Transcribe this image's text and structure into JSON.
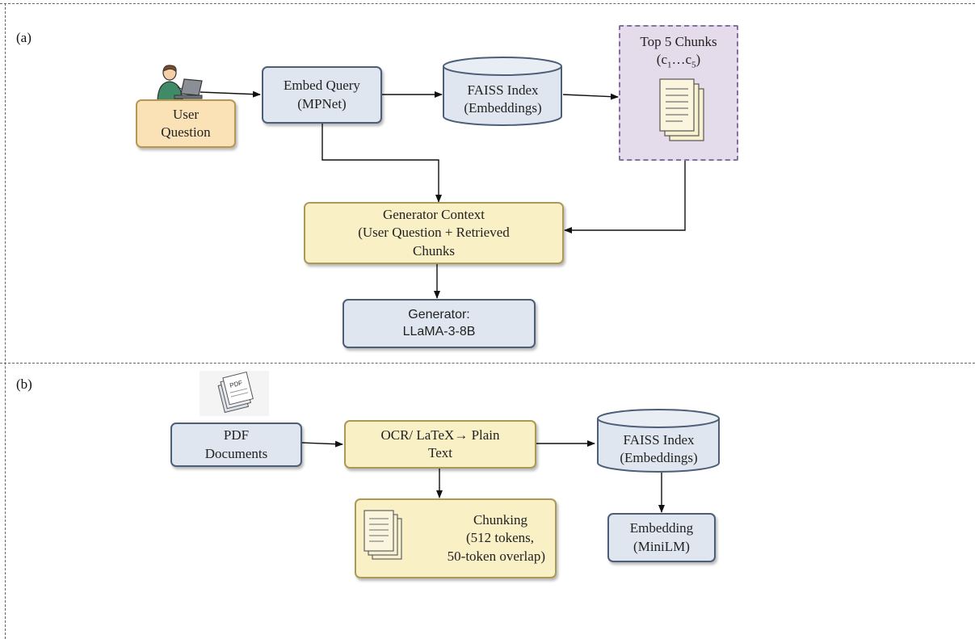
{
  "panel_a": {
    "label": "(a)",
    "user_question": [
      "User",
      "Question"
    ],
    "embed_query": [
      "Embed Query",
      "(MPNet)"
    ],
    "faiss": [
      "FAISS Index",
      "(Embeddings)"
    ],
    "top_chunks": {
      "title": "Top 5 Chunks",
      "range_prefix": "(c",
      "sub1": "1",
      "ellipsis": "…c",
      "sub5": "5",
      "range_suffix": ")"
    },
    "generator_context": [
      "Generator Context",
      "(User Question + Retrieved",
      "Chunks"
    ],
    "generator": [
      "Generator:",
      "LLaMA-3-8B"
    ]
  },
  "panel_b": {
    "label": "(b)",
    "pdf_documents": [
      "PDF",
      "Documents"
    ],
    "pdf_icon_label": "PDF",
    "ocr": [
      "OCR/ LaTeX→ Plain",
      "Text"
    ],
    "faiss": [
      "FAISS Index",
      "(Embeddings)"
    ],
    "chunking": [
      "Chunking",
      "(512 tokens,",
      "50-token overlap)"
    ],
    "embedding": [
      "Embedding",
      "(MiniLM)"
    ]
  },
  "colors": {
    "blue_fill": "#dfe6ef",
    "yellow_fill": "#faf0c6",
    "orange_fill": "#fbe2b6",
    "purple_fill": "#e4dcea",
    "arrow": "#111111"
  },
  "icons": [
    "user-at-laptop-icon",
    "document-stack-icon",
    "pdf-files-icon",
    "database-cylinder-icon"
  ]
}
